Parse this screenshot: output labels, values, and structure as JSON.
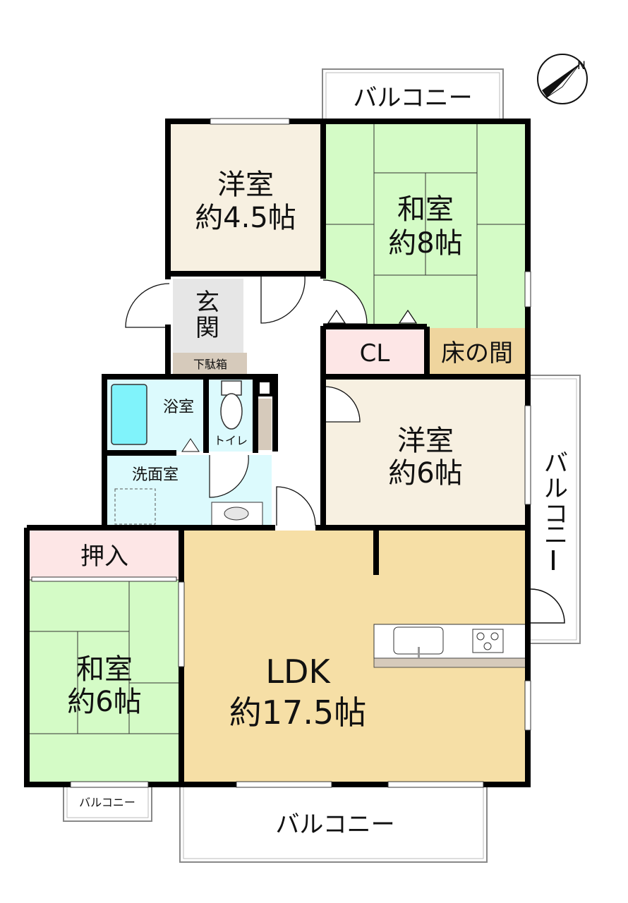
{
  "colors": {
    "western_room": "#f7f0e1",
    "tatami": "#d4fbc6",
    "ldk": "#f6dfa6",
    "closet": "#fde6e6",
    "tokonoma": "#efd59e",
    "wet_area": "#dcfafd",
    "bathtub": "#80f3fb",
    "shoe_box": "#d6cabb",
    "entrance": "#e6e6e6",
    "wall": "#000000"
  },
  "rooms": {
    "western_45": {
      "name": "洋室",
      "size": "約4.5帖"
    },
    "japanese_8": {
      "name": "和室",
      "size": "約8帖"
    },
    "closet": {
      "name": "CL"
    },
    "tokonoma": {
      "name": "床の間"
    },
    "western_6": {
      "name": "洋室",
      "size": "約6帖"
    },
    "entrance": {
      "line1": "玄",
      "line2": "関"
    },
    "shoe_box": {
      "name": "下駄箱"
    },
    "bath": {
      "name": "浴室"
    },
    "toilet": {
      "name": "トイレ"
    },
    "washroom": {
      "name": "洗面室"
    },
    "oshiire": {
      "name": "押入"
    },
    "japanese_6": {
      "name": "和室",
      "size": "約6帖"
    },
    "ldk": {
      "name": "LDK",
      "size": "約17.5帖"
    }
  },
  "balconies": {
    "top": "バルコニー",
    "right": [
      "バ",
      "ル",
      "コ",
      "ニ",
      "ー"
    ],
    "bottom": "バルコニー",
    "small": "バルコニー"
  },
  "compass": {
    "label": "N"
  }
}
